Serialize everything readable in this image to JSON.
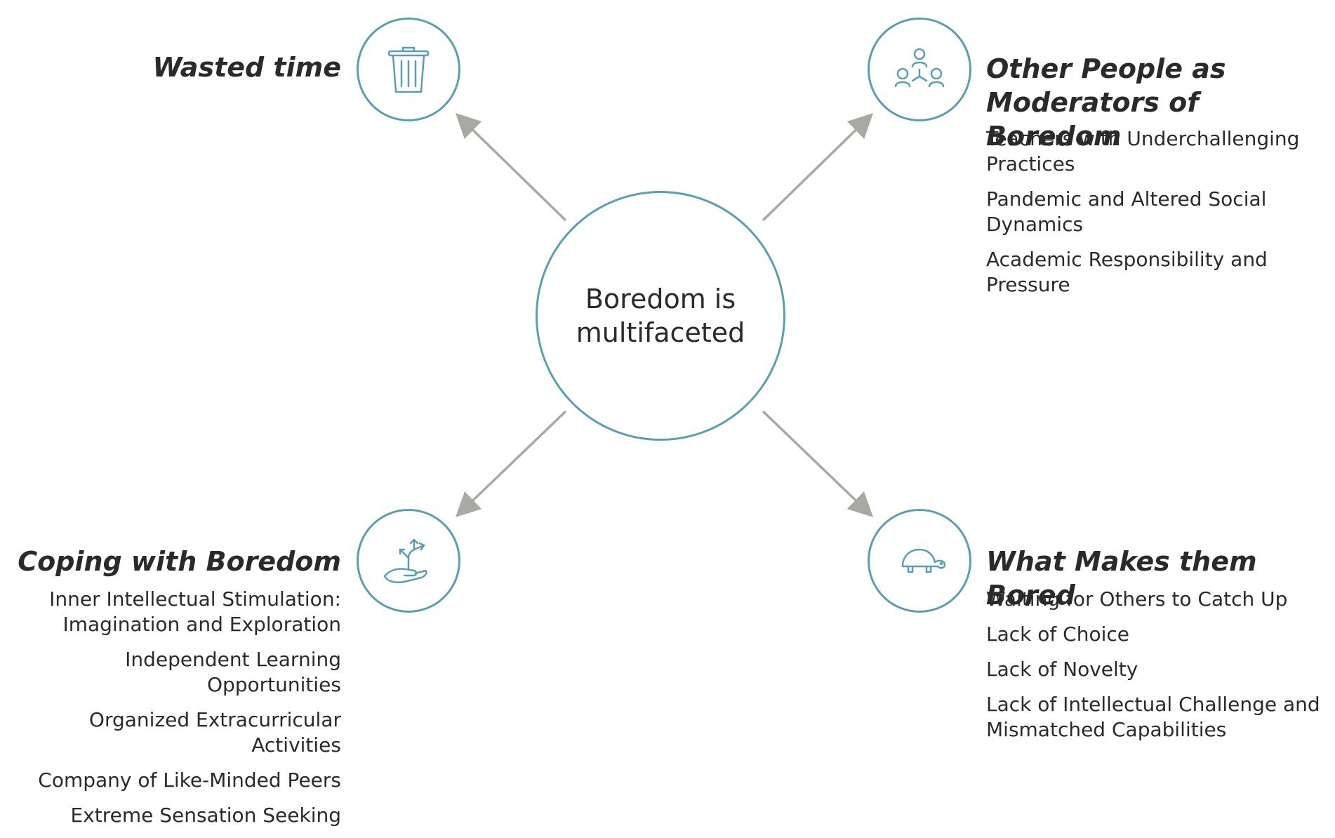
{
  "center": {
    "text": "Boredom is multifaceted"
  },
  "nodes": {
    "wasted_time": {
      "heading": "Wasted time",
      "icon": "trash-icon"
    },
    "other_people": {
      "heading": "Other People as Moderators of Boredom",
      "icon": "people-network-icon",
      "items": [
        "Teachers with Underchallenging Practices",
        "Pandemic and Altered Social Dynamics",
        "Academic Responsibility and Pressure"
      ]
    },
    "coping": {
      "heading": "Coping with Boredom",
      "icon": "hand-arrows-icon",
      "items": [
        "Inner Intellectual Stimulation: Imagination and Exploration",
        "Independent Learning Opportunities",
        "Organized Extracurricular Activities",
        "Company of Like-Minded Peers",
        "Extreme Sensation Seeking"
      ]
    },
    "what_makes_bored": {
      "heading": "What Makes them Bored",
      "icon": "turtle-icon",
      "items": [
        "Waiting for Others to Catch Up",
        "Lack of Choice",
        "Lack of Novelty",
        "Lack of Intellectual Challenge and Mismatched Capabilities"
      ]
    }
  },
  "colors": {
    "circle_stroke": "#5a9fb0",
    "arrow": "#a9a9a4",
    "text": "#2a2a2a"
  }
}
